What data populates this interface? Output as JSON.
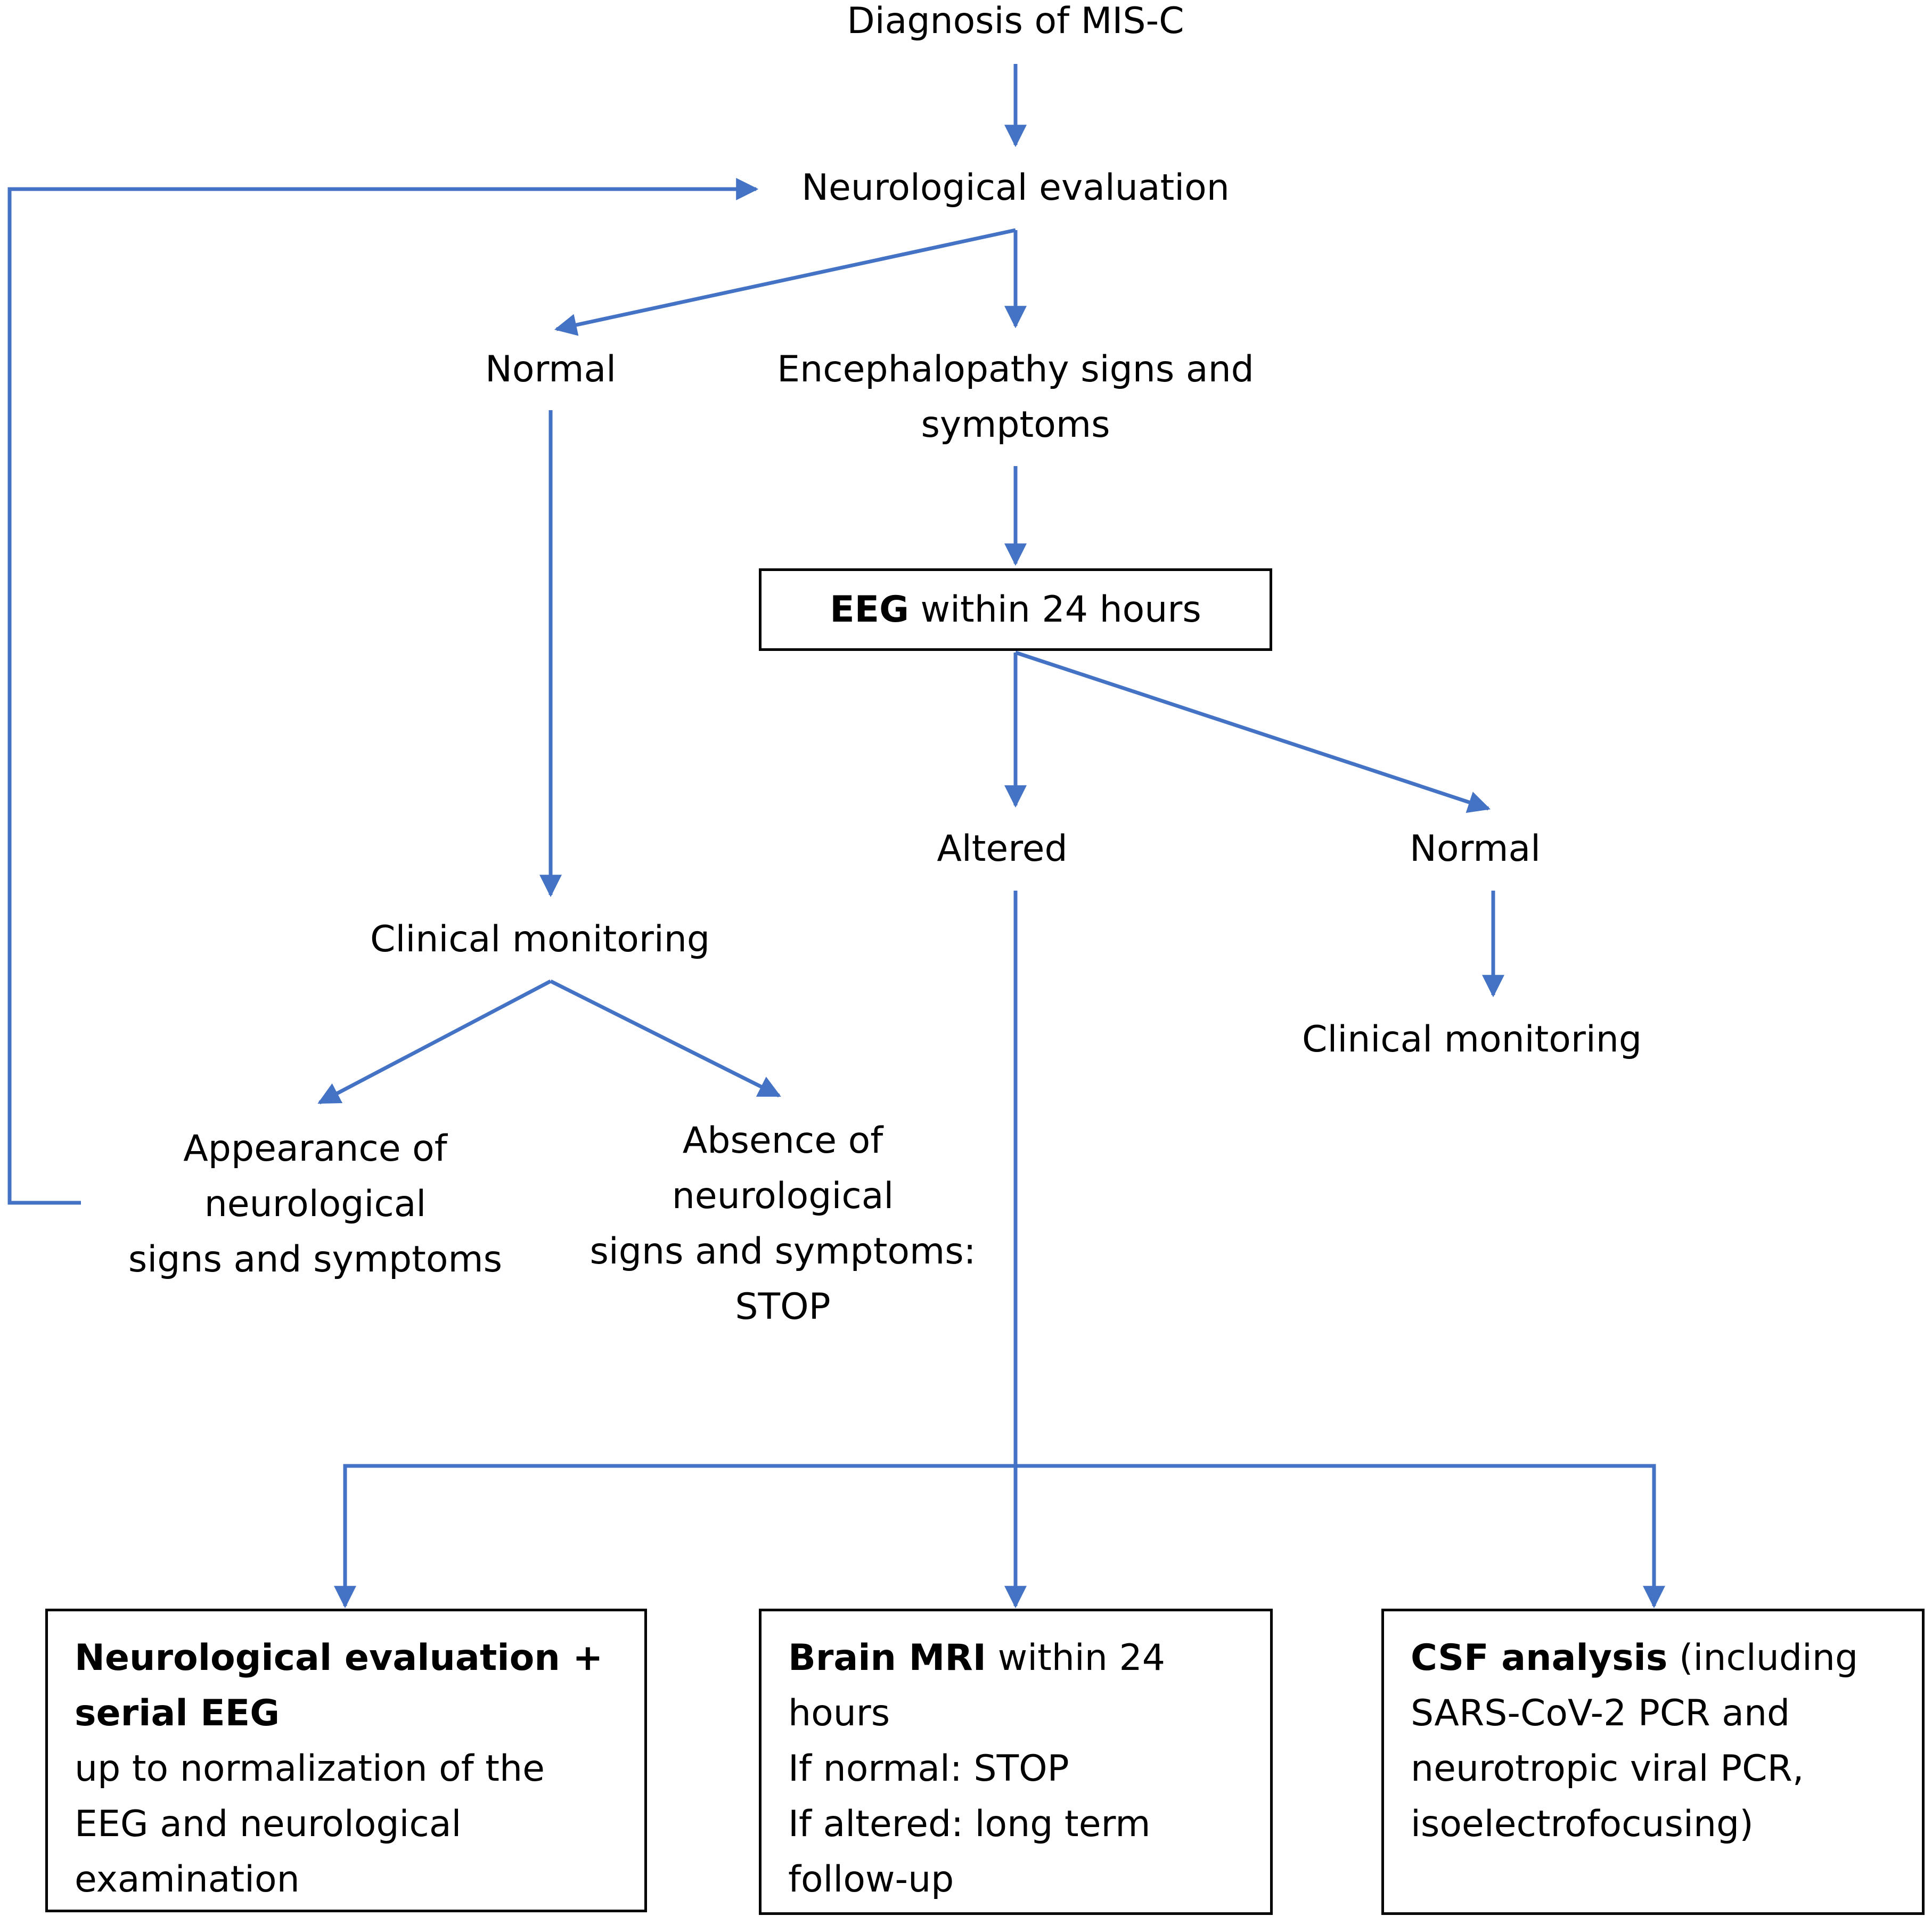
{
  "style": {
    "arrow_color": "#4472C4",
    "text_color": "#000000",
    "box_border_color": "#000000"
  },
  "nodes": {
    "diagnosis": "Diagnosis of MIS-C",
    "neuro_eval": "Neurological evaluation",
    "normal_left": "Normal",
    "encephalopathy": [
      "Encephalopathy signs and",
      "symptoms"
    ],
    "eeg": {
      "bold": "EEG",
      "rest": " within 24 hours"
    },
    "altered": "Altered",
    "normal_right": "Normal",
    "clinical_monitoring_left": "Clinical monitoring",
    "clinical_monitoring_right": "Clinical monitoring",
    "appearance": [
      "Appearance of",
      "neurological",
      "signs and symptoms"
    ],
    "absence": [
      "Absence of",
      "neurological",
      "signs and symptoms:",
      "STOP"
    ]
  },
  "outcome_boxes": {
    "neuro_serial": {
      "bold_lines": [
        "Neurological evaluation +",
        "serial EEG"
      ],
      "lines": [
        "up to normalization of the",
        "EEG and neurological",
        "examination"
      ]
    },
    "brain_mri": {
      "bold": "Brain MRI",
      "first_rest": " within 24",
      "lines": [
        "hours",
        "If normal: STOP",
        "If altered: long term",
        "follow-up"
      ]
    },
    "csf": {
      "bold": "CSF analysis",
      "first_rest": " (including",
      "lines": [
        "SARS-CoV-2 PCR and",
        "neurotropic viral PCR,",
        "isoelectrofocusing)"
      ]
    }
  }
}
